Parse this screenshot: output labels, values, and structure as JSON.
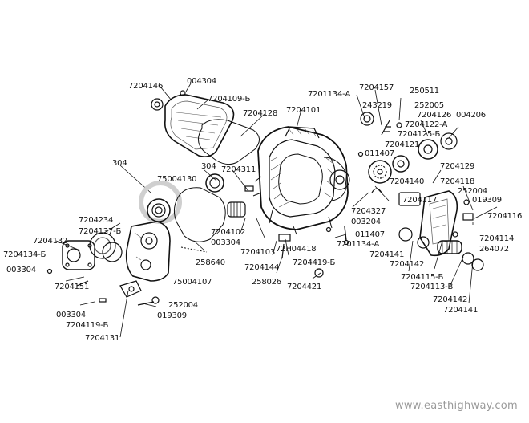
{
  "watermark": "www.easthighway.com",
  "colors": {
    "ink": "#111111",
    "hatch": "#555555",
    "faint": "#cfcfcf",
    "watermark": "#9a9a9a"
  },
  "labels": [
    "7204146",
    "004304",
    "7204109-Б",
    "7204128",
    "7204101",
    "7201134-А",
    "7204157",
    "243219",
    "250511",
    "252005",
    "7204126",
    "004206",
    "7204122-А",
    "7204125-Б",
    "7204121",
    "011407",
    "304",
    "75004130",
    "304",
    "7204311",
    "7204129",
    "7204118",
    "7204140",
    "252004",
    "7204117",
    "019309",
    "7204327",
    "7204116",
    "003204",
    "7204234",
    "7204137-Б",
    "7204132",
    "7204134-Б",
    "003304",
    "7204102",
    "003304",
    "72Н04418",
    "011407",
    "7201134-А",
    "7204114",
    "264072",
    "258640",
    "7204103",
    "7204141",
    "7204142",
    "7204144",
    "7204419-Б",
    "7204115-Б",
    "7204113-В",
    "75004107",
    "258026",
    "7204421",
    "7204151",
    "7204142",
    "003304",
    "7204119-Б",
    "252004",
    "019309",
    "7204141",
    "7204131"
  ]
}
